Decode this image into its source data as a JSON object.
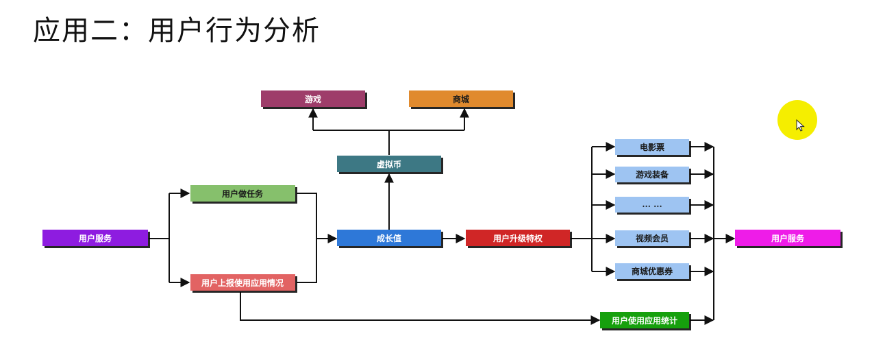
{
  "title": "应用二：用户行为分析",
  "nodes": {
    "user_service_left": {
      "label": "用户服务",
      "color": "#8e1ee0"
    },
    "user_task": {
      "label": "用户做任务",
      "color": "#86c06c"
    },
    "user_report": {
      "label": "用户上报使用应用情况",
      "color": "#e26464"
    },
    "growth_value": {
      "label": "成长值",
      "color": "#2e78d8"
    },
    "virtual_currency": {
      "label": "虚拟币",
      "color": "#3e7884"
    },
    "game": {
      "label": "游戏",
      "color": "#9e3e6a"
    },
    "mall": {
      "label": "商城",
      "color": "#e08a2e"
    },
    "user_upgrade": {
      "label": "用户升级特权",
      "color": "#d02828"
    },
    "movie_ticket": {
      "label": "电影票",
      "color": "#9ec4f2"
    },
    "game_gear": {
      "label": "游戏装备",
      "color": "#9ec4f2"
    },
    "more": {
      "label": "... ...",
      "color": "#9ec4f2"
    },
    "video_vip": {
      "label": "视频会员",
      "color": "#9ec4f2"
    },
    "mall_coupon": {
      "label": "商城优惠券",
      "color": "#9ec4f2"
    },
    "usage_stats": {
      "label": "用户使用应用统计",
      "color": "#13a010"
    },
    "user_service_right": {
      "label": "用户服务",
      "color": "#ee1ee8"
    }
  }
}
